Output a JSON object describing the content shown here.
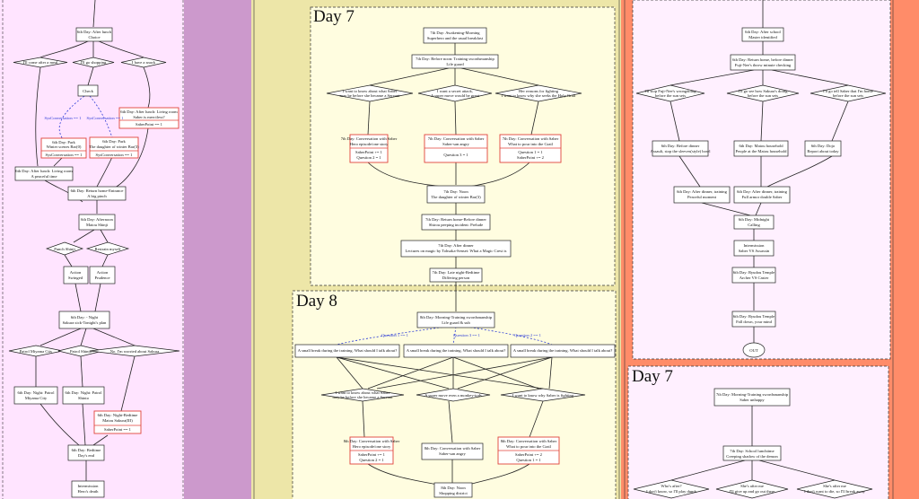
{
  "sakura": {
    "n1": [
      "6th Day: After lunch",
      "Choice"
    ],
    "d1": "I'll come after a meal",
    "d2": "I'll go shopping",
    "d3": "I have a snack",
    "check": "Check",
    "n2": [
      "6th Day: After lunch: Living room",
      "Saber is merciless?"
    ],
    "n2b": "SaberPoint == 1",
    "e1": "SysConversation == 1",
    "e2": "SysConversation == 1",
    "n3": [
      "6th Day: Park",
      "Winter scenes Bar(0)"
    ],
    "n3b": "SysConversation == 1",
    "n4": [
      "6th Day: Park",
      "The daughter of winter Bar(3)"
    ],
    "n4b": "SysConversation == 1",
    "n5": [
      "6th Day: After lunch: Living room",
      "A peaceful time"
    ],
    "n6": [
      "6th Day: Return home-Entrance",
      "A big pinch"
    ],
    "n7": [
      "6th Day: Afternoon",
      "Matou Shinji"
    ],
    "d4": "Punch Shinji",
    "d5": "Restrain myself",
    "n8": [
      "Action",
      "Swinged"
    ],
    "n9": [
      "Action",
      "Prudence"
    ],
    "n10": [
      "6th Day: - Night",
      "Sakura sick-Tonight's plan"
    ],
    "d6": "Patrol Miyama City",
    "d7": "Patrol Shinto",
    "d8": "No, I'm worried about Sakura",
    "n11": [
      "6th Day: Night: Patrol",
      "Miyama City"
    ],
    "n12": [
      "6th Day: Night: Patrol",
      "Shinto"
    ],
    "n13": [
      "6th Day: Night-Bedtime",
      "Matou Sakura(III)"
    ],
    "n13b": "SaberPoint == 1",
    "n14": [
      "6th Day: Bedtime",
      "Day's end"
    ],
    "n15": [
      "Intermission",
      "Hero's death"
    ]
  },
  "saber": {
    "day7_title": "Day 7",
    "n1": [
      "7th Day: Awakening-Morning",
      "Superhero and the usual breakfast"
    ],
    "n2": [
      "7th Day: Before noon: Training swordsmanship",
      "Life guard"
    ],
    "d1": [
      "I want to know about what Saber",
      "may be before she became a Servant"
    ],
    "d2": [
      "I want a secret attack,",
      "A super move would be great"
    ],
    "d3": [
      "Her reasons for fighting",
      "I want to know why she seeks the Holy Grail"
    ],
    "n3": [
      "7th Day: Conversation with Saber",
      "Hero episode/one story"
    ],
    "n3b": [
      "SaberPoint += 1",
      "Question 2 = 1"
    ],
    "n4": [
      "7th Day: Conversation with Saber",
      "Saber-san angry"
    ],
    "n4b": [
      "Question 3 = 1"
    ],
    "n5": [
      "7th Day: Conversation with Saber",
      "What to pour into the Grail"
    ],
    "n5b": [
      "Question 1 = 1",
      "SaberPoint += 2"
    ],
    "n6": [
      "7th Day: Noon",
      "The daughter of winter Bar(3)"
    ],
    "n7": [
      "7th Day: Return home-Before dinner",
      "Shirou peeping incident: Prelude"
    ],
    "n8": [
      "7th Day: After dinner",
      "Lectures on magic by Tohsaka-Sensei: What a Magic Crest is"
    ],
    "n9": [
      "7th Day: Late night-Bedtime",
      "Differing person"
    ],
    "day8_title": "Day 8",
    "n10": [
      "8th Day: Morning-Training swordsmanship",
      "Life guard & sub"
    ],
    "e1": "Question 1 == 1",
    "e2": "Question 3 == 1",
    "e3": "Question 2 == 1",
    "n11": "A small break during the training. What should I talk about?",
    "n12": "A small break during the training. What should I talk about?",
    "n13": "A small break during the training. What should I talk about?",
    "d4": [
      "I want to know about what Saber",
      "may be before she became a Servant"
    ],
    "d5": "A super move even a monkey-tods",
    "d6": "I want to know why Saber is fighting",
    "n14": [
      "8th Day: Conversation with Saber",
      "Hero episode/one story"
    ],
    "n14b": [
      "SaberPoint += 1",
      "Question 2 = 1"
    ],
    "n15": [
      "8th Day: Conversation with Saber",
      "Saber-san angry"
    ],
    "n16": [
      "8th Day: Conversation with Saber",
      "What to pour into the Grail"
    ],
    "n16b": [
      "SaberPoint += 2",
      "Question 1 = 1"
    ],
    "n17": [
      "8th Day: Noon",
      "Shopping district"
    ]
  },
  "fuji": {
    "n1": [
      "6th Day: After school",
      "Master identified"
    ],
    "n2": [
      "6th Day: Return home, before dinner",
      "Fuji-Nee's throw minute checking"
    ],
    "d1": [
      "I'll stop Fuji-Nee's wrongdoing",
      "before the sun sets"
    ],
    "d2": [
      "I'll go see how Sakura's doing",
      "before the sun sets"
    ],
    "d3": [
      "I'll go tell Saber that I'm home",
      "before the sun sets"
    ],
    "n3": [
      "6th Day: Before dinner",
      "Assault, stop the sleeves(style) bowl"
    ],
    "n4": [
      "6th Day: Matou household",
      "People at the Matou household"
    ],
    "n5": [
      "6th Day: Dojo",
      "Report about today"
    ],
    "n6": [
      "6th Day: After dinner, training",
      "Peaceful moment"
    ],
    "n7": [
      "6th Day: After dinner, training",
      "Full armor double Saber"
    ],
    "n8": [
      "6th Day: Midnight",
      "Calling"
    ],
    "n9": [
      "Intermission",
      "Saber VS Assassin"
    ],
    "n10": [
      "6th Day: Ryudou Temple",
      "Archer VS Caster"
    ],
    "n11": [
      "6th Day: Ryudou Temple",
      "Fall down, your mind"
    ],
    "out": "OUT",
    "day7_title": "Day 7",
    "n12": [
      "7th Day: Morning-Training swordsmanship",
      "Saber unhappy"
    ],
    "n13": [
      "7th Day: School lunchtime",
      "Creeping shadow of the demon"
    ],
    "d4": [
      "Who's after?",
      "I don't know, so I'll play dumb"
    ],
    "d5": [
      "She's after me",
      "I'll give up and go out there"
    ],
    "d6": [
      "She's after me",
      "I don't want to die, so I'll break away"
    ]
  },
  "colors": {
    "panel_sakura": "#ffe4ff",
    "panel_purple": "#cc99cc",
    "panel_tan": "#ede6a8",
    "panel_cream": "#fffde0",
    "panel_salmon": "#ff8c69",
    "panel_pink_light": "#fff0ff",
    "edge_blue": "#2b3bd6",
    "node_red": "#e0433a"
  }
}
